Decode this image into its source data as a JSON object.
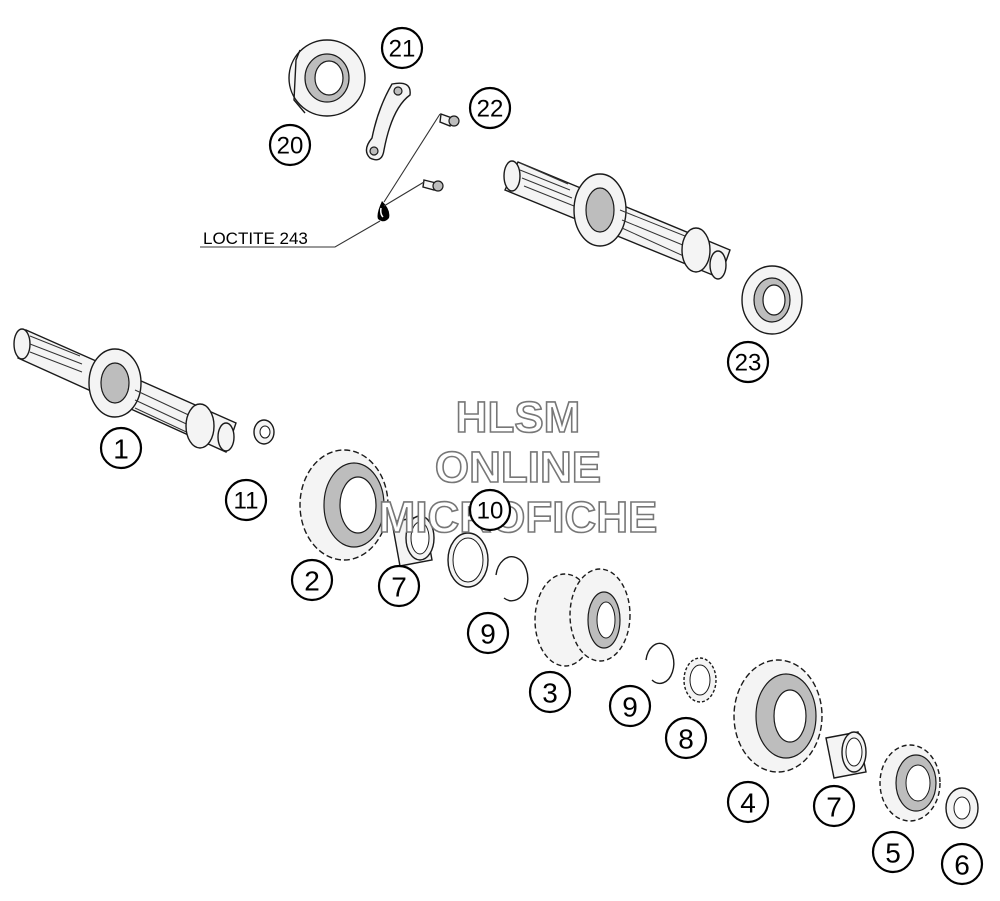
{
  "callouts": [
    {
      "id": "c1",
      "label": "1"
    },
    {
      "id": "c2",
      "label": "2"
    },
    {
      "id": "c3",
      "label": "3"
    },
    {
      "id": "c4",
      "label": "4"
    },
    {
      "id": "c5",
      "label": "5"
    },
    {
      "id": "c6",
      "label": "6"
    },
    {
      "id": "c7a",
      "label": "7"
    },
    {
      "id": "c7b",
      "label": "7"
    },
    {
      "id": "c8",
      "label": "8"
    },
    {
      "id": "c9a",
      "label": "9"
    },
    {
      "id": "c9b",
      "label": "9"
    },
    {
      "id": "c10",
      "label": "10"
    },
    {
      "id": "c11",
      "label": "11"
    },
    {
      "id": "c20",
      "label": "20"
    },
    {
      "id": "c21",
      "label": "21"
    },
    {
      "id": "c22",
      "label": "22"
    },
    {
      "id": "c23",
      "label": "23"
    }
  ],
  "annotation": {
    "loctite": "LOCTITE 243"
  },
  "watermark": {
    "line1": "HLSM",
    "line2": "ONLINE",
    "line3": "MICROFICHE"
  },
  "colors": {
    "ink": "#000000",
    "part_fill": "#f4f4f4",
    "watermark_stroke": "#777777"
  }
}
